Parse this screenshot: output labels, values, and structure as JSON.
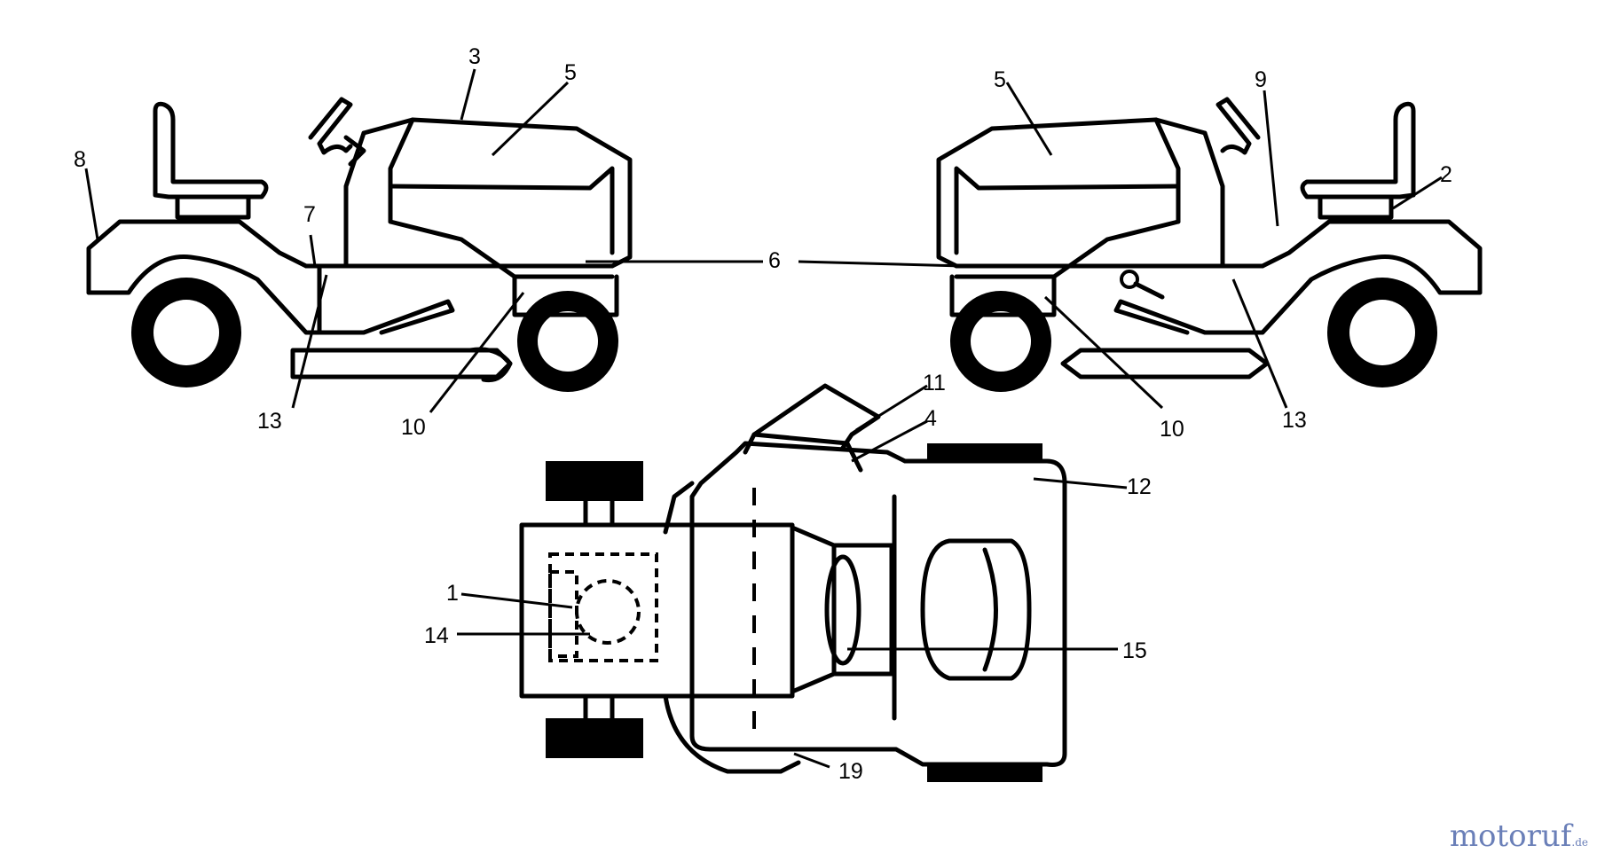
{
  "callouts": {
    "left_8": "8",
    "left_7": "7",
    "left_3": "3",
    "left_5": "5",
    "left_13": "13",
    "left_10": "10",
    "center_6": "6",
    "right_5": "5",
    "right_9": "9",
    "right_2": "2",
    "right_10": "10",
    "right_13": "13",
    "top_11": "11",
    "top_4": "4",
    "top_12": "12",
    "top_1": "1",
    "top_14": "14",
    "top_15": "15",
    "top_19": "19"
  },
  "watermark": {
    "brand": "motoruf",
    "tld": ".de"
  }
}
